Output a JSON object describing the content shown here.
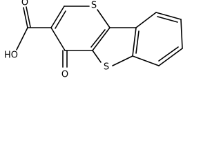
{
  "atom_labels": {
    "hydroxyl": "HO",
    "carbonyl_oxygen_acid": "O",
    "ketone_oxygen": "O",
    "thiopyran_sulfur": "S",
    "thiophene_sulfur": "S"
  }
}
